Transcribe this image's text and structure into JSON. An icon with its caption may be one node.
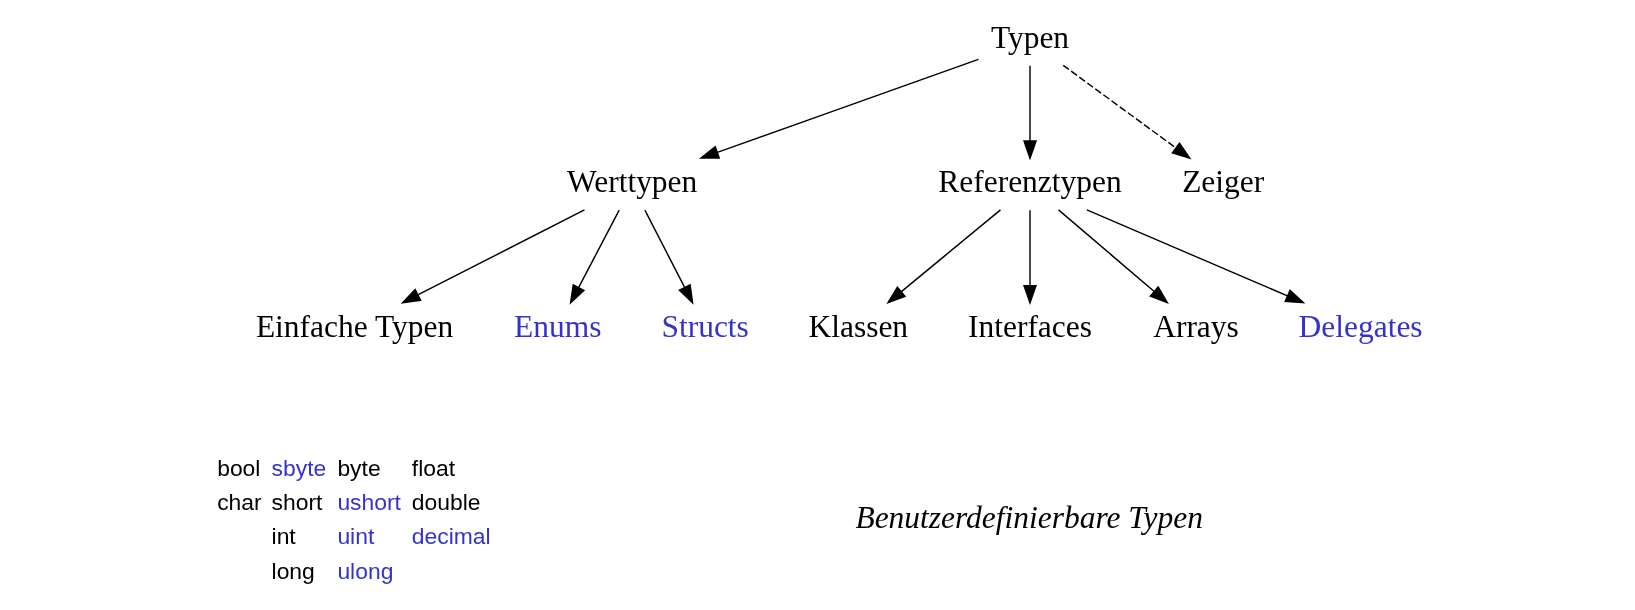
{
  "diagram": {
    "nodes": [
      {
        "text": [
          "Typen"
        ]
      },
      {
        "text": [
          "Werttypen"
        ]
      },
      {
        "text": [
          "Referenztypen"
        ]
      },
      {
        "text": [
          "Zeiger"
        ]
      },
      {
        "text": [
          "Einfache Typen"
        ]
      },
      {
        "text": [
          "Enums"
        ]
      },
      {
        "text": [
          "Structs"
        ]
      },
      {
        "text": [
          "Klassen"
        ]
      },
      {
        "text": [
          "Interfaces"
        ]
      },
      {
        "text": [
          "Arrays"
        ]
      },
      {
        "text": [
          "Delegates"
        ]
      }
    ],
    "edges": [
      {
        "from": 0,
        "to": 1,
        "arrow": "to"
      },
      {
        "from": 0,
        "to": 2,
        "arrow": "to"
      },
      {
        "from": 0,
        "to": 3,
        "arrow": "to",
        "style": "dashed"
      },
      {
        "from": 1,
        "to": 4,
        "arrow": "to"
      },
      {
        "from": 1,
        "to": 5,
        "arrow": "to"
      },
      {
        "from": 1,
        "to": 6,
        "arrow": "to"
      },
      {
        "from": 2,
        "to": 7,
        "arrow": "to"
      },
      {
        "from": 2,
        "to": 8,
        "arrow": "to"
      },
      {
        "from": 2,
        "to": 9,
        "arrow": "to"
      },
      {
        "from": 2,
        "to": 10,
        "arrow": "to"
      }
    ],
    "labels": [
      "bool",
      "sbyte",
      "byte",
      "float",
      "char",
      "short",
      "ushort",
      "double",
      "int",
      "uint",
      "decimal",
      "long",
      "ulong",
      "Benutzerdefinierbare Typen"
    ]
  }
}
